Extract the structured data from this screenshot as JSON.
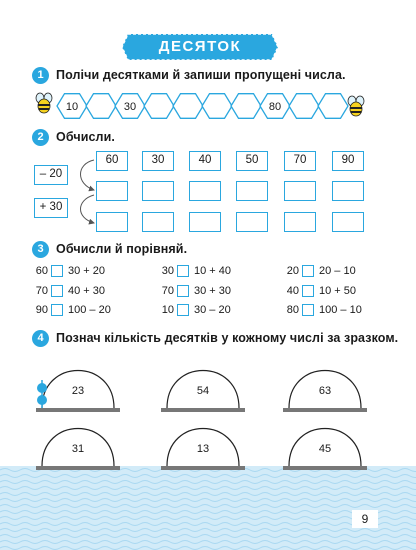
{
  "title": "ДЕСЯТОК",
  "tasks": [
    {
      "number": "1",
      "text": "Полічи десятками й запиши пропущені числа."
    },
    {
      "number": "2",
      "text": "Обчисли."
    },
    {
      "number": "3",
      "text": "Обчисли й порівняй."
    },
    {
      "number": "4",
      "text": "Познач кількість десятків у кожному числі за зразком."
    }
  ],
  "task1": {
    "hexagons": [
      "10",
      "",
      "30",
      "",
      "",
      "",
      "",
      "80",
      "",
      ""
    ]
  },
  "task2": {
    "operations": [
      "– 20",
      "+ 30"
    ],
    "top_row": [
      "60",
      "30",
      "40",
      "50",
      "70",
      "90"
    ]
  },
  "task3": {
    "columns": [
      [
        {
          "left": "60",
          "expr": "30 + 20"
        },
        {
          "left": "70",
          "expr": "40 + 30"
        },
        {
          "left": "90",
          "expr": "100 – 20"
        }
      ],
      [
        {
          "left": "30",
          "expr": "10 + 40"
        },
        {
          "left": "70",
          "expr": "30 + 30"
        },
        {
          "left": "10",
          "expr": "30 – 20"
        }
      ],
      [
        {
          "left": "20",
          "expr": "20 – 10"
        },
        {
          "left": "40",
          "expr": "10 + 50"
        },
        {
          "left": "80",
          "expr": "100 – 10"
        }
      ]
    ]
  },
  "task4": {
    "numbers": [
      "23",
      "54",
      "63",
      "31",
      "13",
      "45"
    ],
    "example_beads": 2
  },
  "page_number": "9",
  "colors": {
    "accent": "#2aa7df",
    "wave": "#cfe9f7",
    "ground": "#777777",
    "bee_yellow": "#f6d21f"
  }
}
